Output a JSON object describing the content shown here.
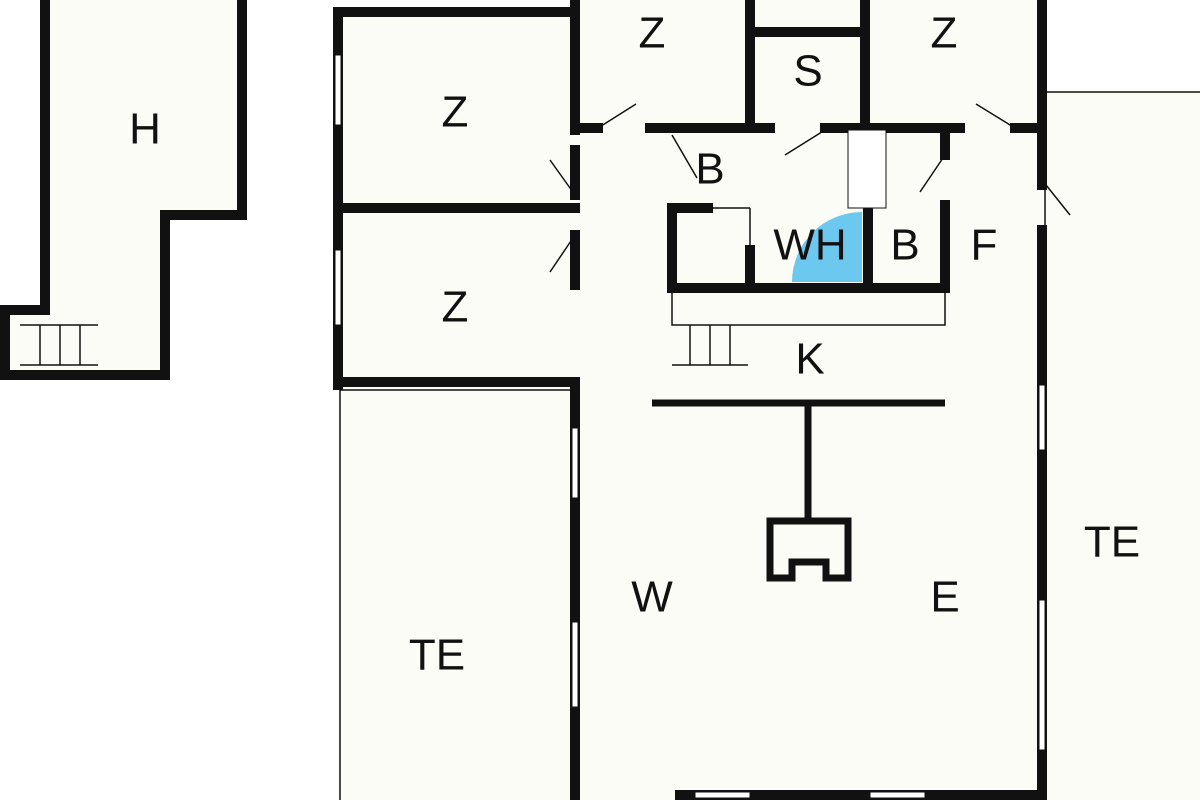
{
  "rooms": {
    "h": "H",
    "z1": "Z",
    "z2": "Z",
    "z3": "Z",
    "z4": "Z",
    "s": "S",
    "b1": "B",
    "wh": "WH",
    "b2": "B",
    "f": "F",
    "k": "K",
    "w": "W",
    "e": "E",
    "te_left": "TE",
    "te_right": "TE"
  },
  "colors": {
    "floor": "#fbfcf6",
    "wall": "#111111",
    "shower": "#6cc8ef"
  }
}
